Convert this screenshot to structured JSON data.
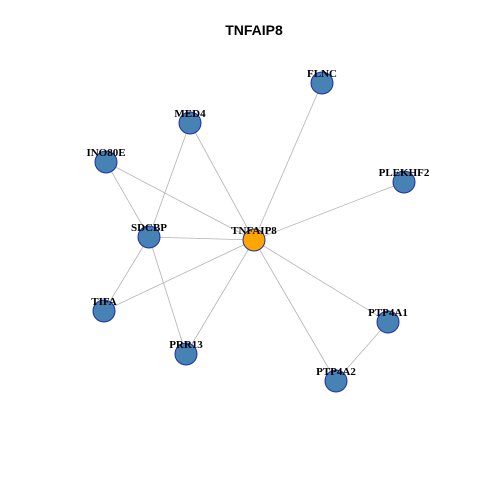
{
  "title": "TNFAIP8",
  "colors": {
    "center": "#ffa500",
    "node": "#4682b4",
    "node_border": "#1f2fa8",
    "edge": "#b3b3b3"
  },
  "nodes": [
    {
      "id": "TNFAIP8",
      "label": "TNFAIP8",
      "center": true
    },
    {
      "id": "FLNC",
      "label": "FLNC"
    },
    {
      "id": "MED4",
      "label": "MED4"
    },
    {
      "id": "INO80E",
      "label": "INO80E"
    },
    {
      "id": "PLEKHF2",
      "label": "PLEKHF2"
    },
    {
      "id": "SDCBP",
      "label": "SDCBP"
    },
    {
      "id": "TIFA",
      "label": "TIFA"
    },
    {
      "id": "PRR13",
      "label": "PRR13"
    },
    {
      "id": "PTP4A1",
      "label": "PTP4A1"
    },
    {
      "id": "PTP4A2",
      "label": "PTP4A2"
    }
  ],
  "edges": [
    [
      "TNFAIP8",
      "FLNC"
    ],
    [
      "TNFAIP8",
      "MED4"
    ],
    [
      "TNFAIP8",
      "INO80E"
    ],
    [
      "TNFAIP8",
      "PLEKHF2"
    ],
    [
      "TNFAIP8",
      "SDCBP"
    ],
    [
      "TNFAIP8",
      "TIFA"
    ],
    [
      "TNFAIP8",
      "PRR13"
    ],
    [
      "TNFAIP8",
      "PTP4A1"
    ],
    [
      "TNFAIP8",
      "PTP4A2"
    ],
    [
      "SDCBP",
      "MED4"
    ],
    [
      "SDCBP",
      "INO80E"
    ],
    [
      "SDCBP",
      "TIFA"
    ],
    [
      "SDCBP",
      "PRR13"
    ],
    [
      "PTP4A1",
      "PTP4A2"
    ]
  ]
}
